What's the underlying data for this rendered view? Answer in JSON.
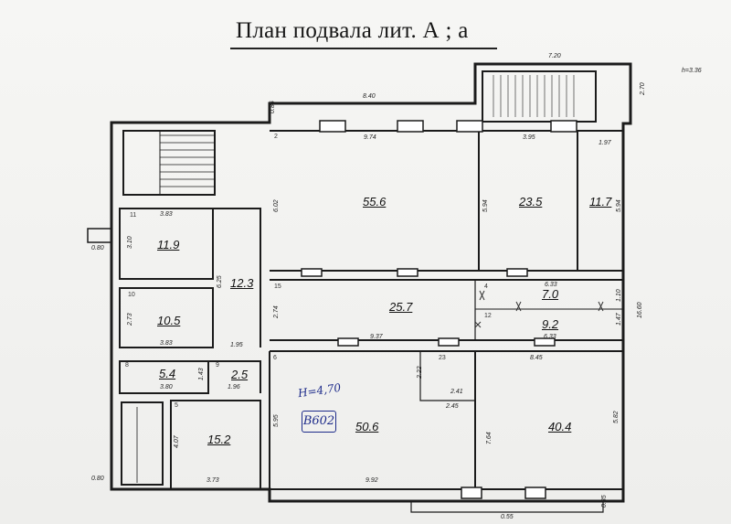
{
  "title": "План подвала лит. А ; а",
  "rooms": [
    {
      "area": "55.6",
      "num": "2"
    },
    {
      "area": "23.5",
      "num": ""
    },
    {
      "area": "11.7",
      "num": ""
    },
    {
      "area": "11.9",
      "num": "11"
    },
    {
      "area": "10.5",
      "num": "10"
    },
    {
      "area": "12.3",
      "num": ""
    },
    {
      "area": "25.7",
      "num": "15"
    },
    {
      "area": "7.0",
      "num": "4"
    },
    {
      "area": "9.2",
      "num": "12"
    },
    {
      "area": "5.4",
      "num": "8"
    },
    {
      "area": "2.5",
      "num": "9"
    },
    {
      "area": "15.2",
      "num": "5"
    },
    {
      "area": "50.6",
      "num": "6"
    },
    {
      "area": "40.4",
      "num": "23"
    }
  ],
  "dimensions": [
    "7.20",
    "8.40",
    "9.74",
    "3.95",
    "1.97",
    "0.85",
    "2.70",
    "h=3.36",
    "6.02",
    "5.94",
    "5.94",
    "3.83",
    "3.10",
    "6.25",
    "0.80",
    "2.74",
    "6.33",
    "1.10",
    "16.60",
    "1.47",
    "2.73",
    "3.83",
    "1.95",
    "9.37",
    "6.33",
    "1.43",
    "3.80",
    "1.96",
    "2.22",
    "8.45",
    "2.41",
    "2.45",
    "5.95",
    "4.07",
    "3.73",
    "9.92",
    "7.64",
    "5.82",
    "0.80",
    "0.85",
    "0.55"
  ],
  "handwritten": {
    "note": "Н=4,70",
    "stamp": "В602"
  }
}
